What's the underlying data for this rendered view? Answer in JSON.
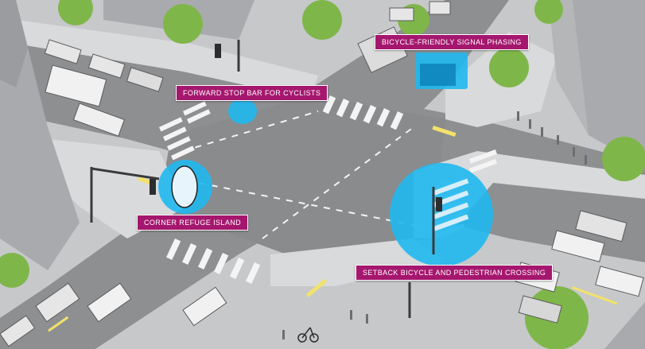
{
  "labels": {
    "bicycle_signal": "BICYCLE-FRIENDLY SIGNAL PHASING",
    "forward_stop_bar": "FORWARD STOP BAR FOR CYCLISTS",
    "corner_refuge": "CORNER REFUGE ISLAND",
    "setback_crossing": "SETBACK BICYCLE AND PEDESTRIAN CROSSING"
  },
  "colors": {
    "callout": "#a5176e",
    "highlight": "#1fb8f0",
    "road": "#8e8f91",
    "sidewalk": "#d9dadb",
    "building": "#a9aaad",
    "bike_lane_stripe": "#f2e26a",
    "tree": "#7fb64a"
  }
}
